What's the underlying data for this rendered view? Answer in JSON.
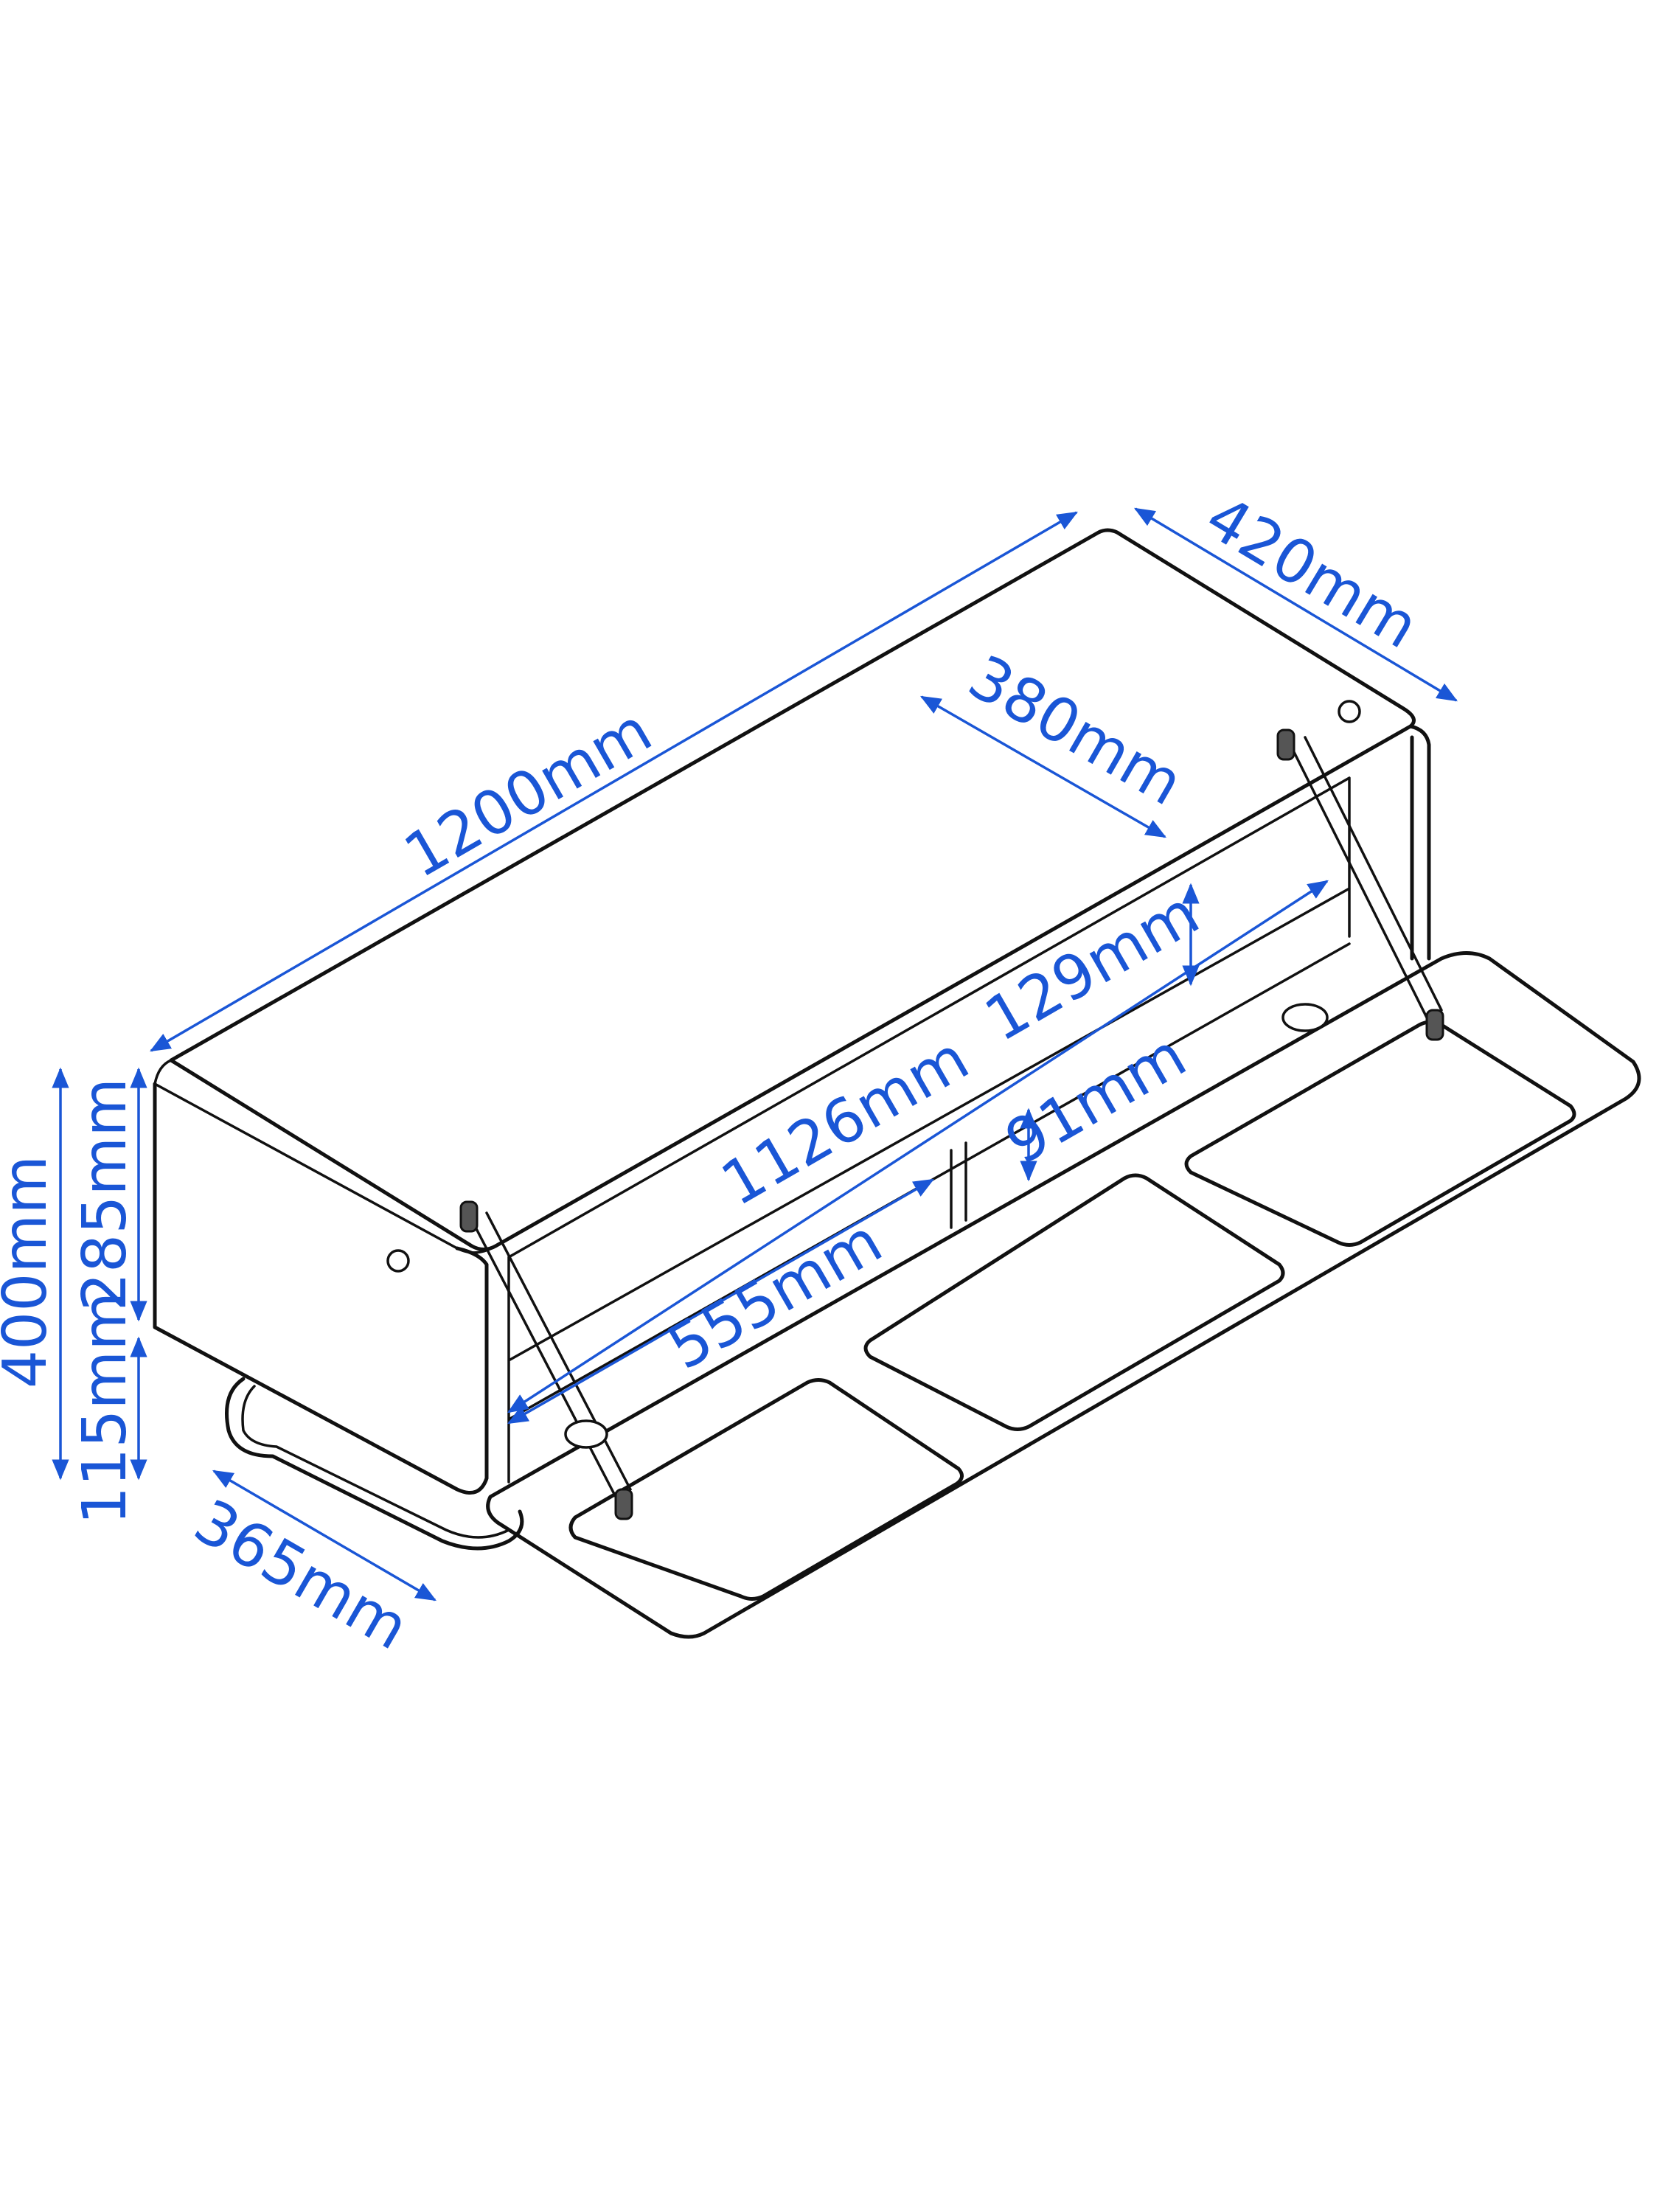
{
  "colors": {
    "dimension": "#1a56d6",
    "outline": "#111111",
    "background": "#ffffff"
  },
  "dimensions": {
    "overall_width": "1200mm",
    "overall_depth": "420mm",
    "inner_depth": "380mm",
    "compartment_height": "129mm",
    "inner_width": "1126mm",
    "shelf_clearance": "91mm",
    "shelf_width": "555mm",
    "overall_height": "400mm",
    "cabinet_height": "285mm",
    "leg_height": "115mm",
    "leg_depth": "365mm"
  }
}
